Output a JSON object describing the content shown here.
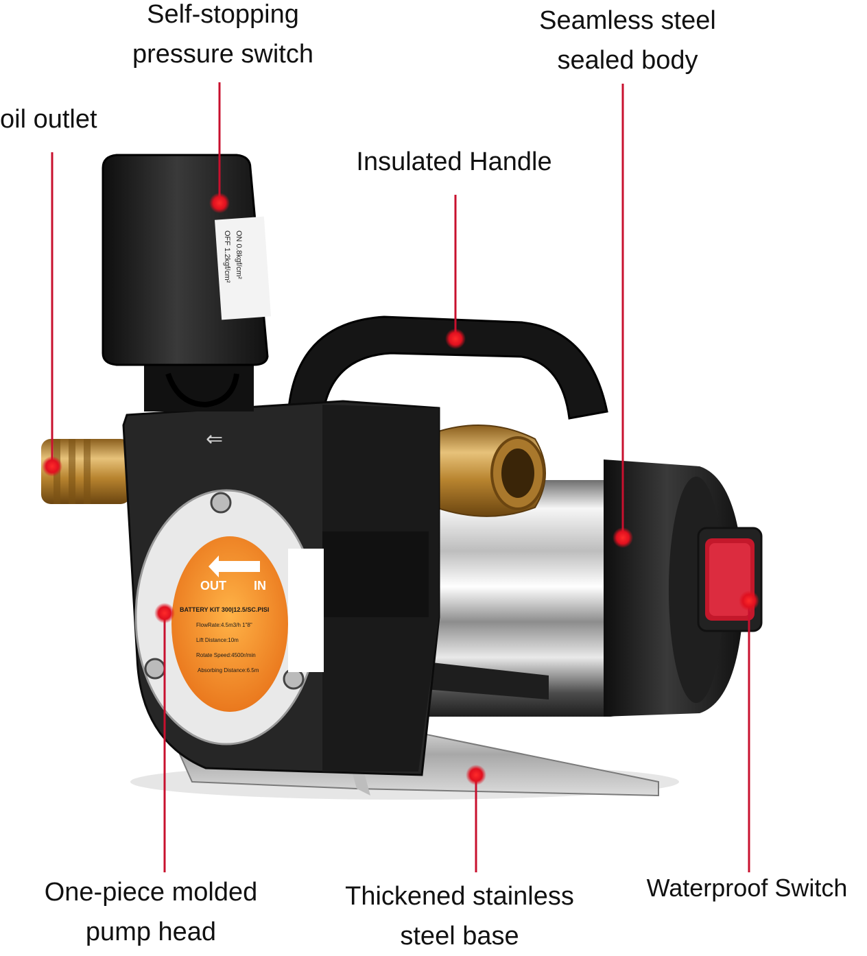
{
  "colors": {
    "leader_line": "#c8102e",
    "leader_dot": "#e0101f",
    "label_text": "#111111",
    "label_bg": "#f28b1e",
    "pressure_switch": "#1b1b1b",
    "pump_head": "#262626",
    "brass": "#c2913d",
    "steel": "#d8d8d8",
    "switch_red": "#d3182d"
  },
  "callouts": {
    "pressure_switch": {
      "line1": "Self-stopping",
      "line2": "pressure switch"
    },
    "sealed_body": {
      "line1": "Seamless steel",
      "line2": "sealed body"
    },
    "oil_outlet": {
      "line1": "oil outlet"
    },
    "handle": {
      "line1": "Insulated Handle"
    },
    "pump_head": {
      "line1": "One-piece molded",
      "line2": "pump head"
    },
    "base": {
      "line1": "Thickened stainless",
      "line2": "steel base"
    },
    "switch": {
      "line1": "Waterproof Switch"
    }
  },
  "pump_label": {
    "out": "OUT",
    "in": "IN",
    "model": "BATTERY KIT 300|12.5/SC.PISI",
    "flow_rate": "FlowRate:4.5m3/h 1\"8\"",
    "lift": "Lift Distance:10m",
    "rotate": "Rotate Speed:4500r/min",
    "absorb": "Absorbing Distance:6.5m"
  },
  "pressure_sticker": {
    "on": "ON 0.8kgf/cm²",
    "off": "OFF 1.2kgf/cm²"
  }
}
